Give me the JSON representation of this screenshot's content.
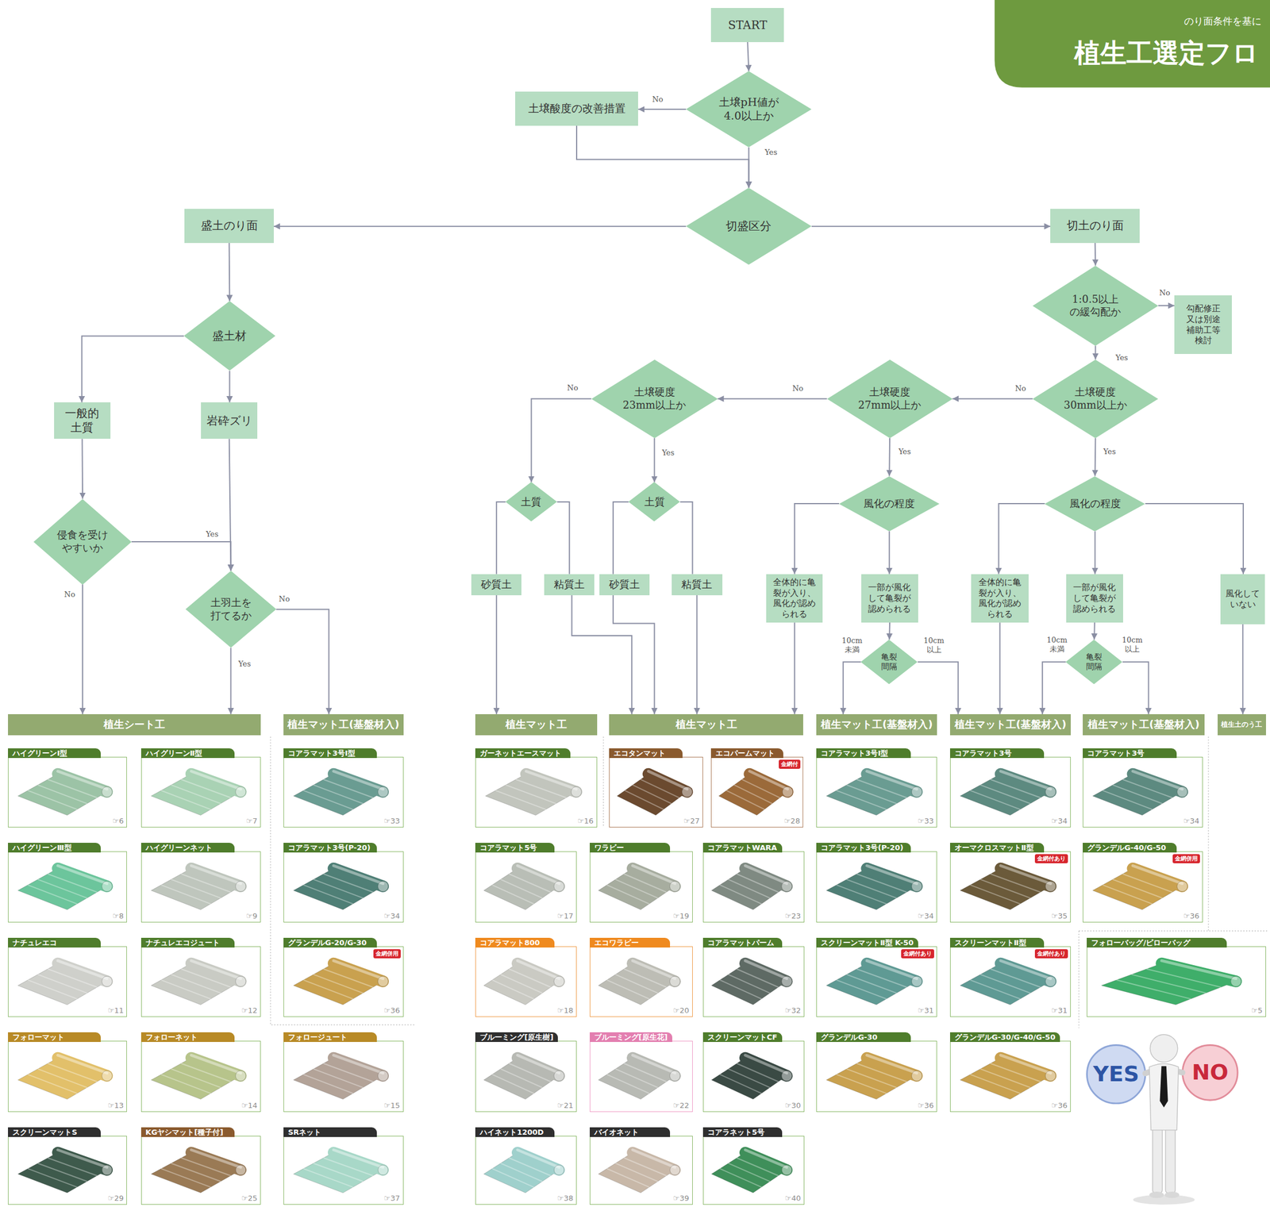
{
  "diagram": {
    "title": "植生工選定フロ",
    "nodes": [
      {
        "text": [
          "START"
        ]
      },
      {
        "text": [
          "土壌pH値が 4.0以上か"
        ]
      },
      {
        "text": [
          "土壌酸度の改善措置"
        ]
      },
      {
        "text": [
          "切盛区分"
        ]
      },
      {
        "text": [
          "盛土のり面"
        ]
      },
      {
        "text": [
          "切土のり面"
        ]
      },
      {
        "text": [
          "盛土材"
        ]
      },
      {
        "text": [
          "一般的 土質"
        ]
      },
      {
        "text": [
          "岩砕ズリ"
        ]
      },
      {
        "text": [
          "侵食を受け やすいか"
        ]
      },
      {
        "text": [
          "土羽土を 打てるか"
        ]
      },
      {
        "text": [
          "1:0.5以上 の緩勾配か"
        ]
      },
      {
        "text": [
          "勾配修正 又は別途 補助工等 検討"
        ]
      },
      {
        "text": [
          "土壌硬度 30mm以上か"
        ]
      },
      {
        "text": [
          "土壌硬度 27mm以上か"
        ]
      },
      {
        "text": [
          "土壌硬度 23mm以上か"
        ]
      },
      {
        "text": [
          "土質"
        ]
      },
      {
        "text": [
          "土質"
        ]
      },
      {
        "text": [
          "砂質土"
        ]
      },
      {
        "text": [
          "粘質土"
        ]
      },
      {
        "text": [
          "砂質土"
        ]
      },
      {
        "text": [
          "粘質土"
        ]
      },
      {
        "text": [
          "風化の程度"
        ]
      },
      {
        "text": [
          "全体的に亀裂が入り、風化が認められる"
        ]
      },
      {
        "text": [
          "一部が風化して亀裂が認められる"
        ]
      },
      {
        "text": [
          "亀裂 間隔"
        ]
      },
      {
        "text": [
          "風化の程度"
        ]
      },
      {
        "text": [
          "全体的に亀裂が入り、風化が認められる"
        ]
      },
      {
        "text": [
          "一部が風化して亀裂が認められる"
        ]
      },
      {
        "text": [
          "亀裂 間隔"
        ]
      },
      {
        "text": [
          "風化して いない"
        ]
      },
      {
        "text": [
          "植生シート工"
        ]
      },
      {
        "text": [
          "植生マット工(基盤材入)"
        ]
      },
      {
        "text": [
          "植生マット工"
        ]
      },
      {
        "text": [
          "植生マット工"
        ]
      },
      {
        "text": [
          "植生マット工(基盤材入)"
        ]
      },
      {
        "text": [
          "植生マット工(基盤材入)"
        ]
      },
      {
        "text": [
          "植生マット工(基盤材入)"
        ]
      },
      {
        "text": [
          "植生土のう工"
        ]
      },
      {
        "text": [
          "ハイグリーンⅠ型",
          "☞6"
        ]
      },
      {
        "text": [
          "ハイグリーンⅡ型",
          "☞7"
        ]
      },
      {
        "text": [
          "コアラマット3号Ⅰ型",
          "☞33"
        ]
      },
      {
        "text": [
          "ガーネットエースマット",
          "☞16"
        ]
      },
      {
        "text": [
          "エコタンマット",
          "☞27"
        ]
      },
      {
        "text": [
          "エコパームマット",
          "金網付",
          "☞28"
        ]
      },
      {
        "text": [
          "コアラマット3号Ⅰ型",
          "☞33"
        ]
      },
      {
        "text": [
          "コアラマット3号",
          "☞34"
        ]
      },
      {
        "text": [
          "コアラマット3号",
          "☞34"
        ]
      },
      {
        "text": [
          "ハイグリーンⅢ型",
          "☞8"
        ]
      },
      {
        "text": [
          "ハイグリーンネット",
          "☞9"
        ]
      },
      {
        "text": [
          "コアラマット3号(P-20)",
          "☞34"
        ]
      },
      {
        "text": [
          "コアラマット5号",
          "☞17"
        ]
      },
      {
        "text": [
          "ワラビー",
          "☞19"
        ]
      },
      {
        "text": [
          "コアラマットWARA",
          "☞23"
        ]
      },
      {
        "text": [
          "コアラマット3号(P-20)",
          "☞34"
        ]
      },
      {
        "text": [
          "オーマクロスマットⅡ型",
          "金網付あり",
          "☞35"
        ]
      },
      {
        "text": [
          "グランデルG-40/G-50",
          "金網併用",
          "☞36"
        ]
      },
      {
        "text": [
          "ナチュレエコ",
          "☞11"
        ]
      },
      {
        "text": [
          "ナチュレエコジュート",
          "☞12"
        ]
      },
      {
        "text": [
          "グランデルG-20/G-30",
          "金網併用",
          "☞36"
        ]
      },
      {
        "text": [
          "コアラマット800",
          "☞18"
        ]
      },
      {
        "text": [
          "エコワラビー",
          "☞20"
        ]
      },
      {
        "text": [
          "コアラマットパーム",
          "☞32"
        ]
      },
      {
        "text": [
          "スクリーンマットⅡ型 K-50",
          "金網付あり",
          "☞31"
        ]
      },
      {
        "text": [
          "スクリーンマットⅡ型",
          "金網付あり",
          "☞31"
        ]
      },
      {
        "text": [
          "フォローバッグ/ピローバッグ",
          "☞5"
        ]
      },
      {
        "text": [
          "フォローマット",
          "☞13"
        ]
      },
      {
        "text": [
          "フォローネット",
          "☞14"
        ]
      },
      {
        "text": [
          "フォロージュート",
          "☞15"
        ]
      },
      {
        "text": [
          "ブルーミング[原生樹]",
          "☞21"
        ]
      },
      {
        "text": [
          "ブルーミング[原生花]",
          "☞22"
        ]
      },
      {
        "text": [
          "スクリーンマットCF",
          "☞30"
        ]
      },
      {
        "text": [
          "グランデルG-30",
          "☞36"
        ]
      },
      {
        "text": [
          "グランデルG-30/G-40/G-50",
          "☞36"
        ]
      },
      {
        "text": [
          "スクリーンマットS",
          "☞29"
        ]
      },
      {
        "text": [
          "KGヤシマット[種子付]",
          "☞25"
        ]
      },
      {
        "text": [
          "SRネット",
          "☞37"
        ]
      },
      {
        "text": [
          "ハイネット1200D",
          "☞38"
        ]
      },
      {
        "text": [
          "バイオネット",
          "☞39"
        ]
      },
      {
        "text": [
          "コアラネット5号",
          "☞40"
        ]
      }
    ],
    "edges": [
      {
        "from": 0,
        "to": 1,
        "arrow": "to"
      },
      {
        "from": 1,
        "to": 2,
        "label": "No",
        "arrow": "to"
      },
      {
        "from": 2,
        "to": 3,
        "arrow": "to"
      },
      {
        "from": 1,
        "to": 3,
        "label": "Yes",
        "arrow": "to"
      },
      {
        "from": 3,
        "to": 4,
        "arrow": "to"
      },
      {
        "from": 3,
        "to": 5,
        "arrow": "to"
      },
      {
        "from": 4,
        "to": 6,
        "arrow": "to"
      },
      {
        "from": 6,
        "to": 7,
        "arrow": "to"
      },
      {
        "from": 6,
        "to": 8,
        "arrow": "to"
      },
      {
        "from": 7,
        "to": 9,
        "arrow": "to"
      },
      {
        "from": 9,
        "to": 10,
        "label": "Yes",
        "arrow": "to"
      },
      {
        "from": 8,
        "to": 10,
        "arrow": "to"
      },
      {
        "from": 9,
        "to": 31,
        "label": "No",
        "arrow": "to"
      },
      {
        "from": 10,
        "to": 31,
        "label": "Yes",
        "arrow": "to"
      },
      {
        "from": 10,
        "to": 32,
        "label": "No",
        "arrow": "to"
      },
      {
        "from": 5,
        "to": 11,
        "arrow": "to"
      },
      {
        "from": 11,
        "to": 12,
        "label": "No",
        "arrow": "to"
      },
      {
        "from": 11,
        "to": 13,
        "label": "Yes",
        "arrow": "to"
      },
      {
        "from": 13,
        "to": 14,
        "label": "No",
        "arrow": "to"
      },
      {
        "from": 14,
        "to": 15,
        "label": "No",
        "arrow": "to"
      },
      {
        "from": 15,
        "to": 16,
        "label": "No",
        "arrow": "to"
      },
      {
        "from": 15,
        "to": 17,
        "label": "Yes",
        "arrow": "to"
      },
      {
        "from": 16,
        "to": 18,
        "arrow": "none"
      },
      {
        "from": 16,
        "to": 19,
        "arrow": "none"
      },
      {
        "from": 17,
        "to": 20,
        "arrow": "none"
      },
      {
        "from": 17,
        "to": 21,
        "arrow": "none"
      },
      {
        "from": 18,
        "to": 33,
        "arrow": "to"
      },
      {
        "from": 19,
        "to": 34,
        "arrow": "to"
      },
      {
        "from": 20,
        "to": 34,
        "arrow": "to"
      },
      {
        "from": 21,
        "to": 34,
        "arrow": "to"
      },
      {
        "from": 14,
        "to": 22,
        "label": "Yes",
        "arrow": "to"
      },
      {
        "from": 22,
        "to": 23,
        "arrow": "to"
      },
      {
        "from": 22,
        "to": 24,
        "arrow": "to"
      },
      {
        "from": 23,
        "to": 34,
        "arrow": "to"
      },
      {
        "from": 24,
        "to": 25,
        "arrow": "to"
      },
      {
        "from": 25,
        "to": 35,
        "label": "10cm 未満",
        "arrow": "to"
      },
      {
        "from": 25,
        "to": 36,
        "label": "10cm 以上",
        "arrow": "to"
      },
      {
        "from": 13,
        "to": 26,
        "label": "Yes",
        "arrow": "to"
      },
      {
        "from": 26,
        "to": 27,
        "arrow": "to"
      },
      {
        "from": 26,
        "to": 28,
        "arrow": "to"
      },
      {
        "from": 26,
        "to": 30,
        "arrow": "to"
      },
      {
        "from": 27,
        "to": 36,
        "arrow": "to"
      },
      {
        "from": 28,
        "to": 29,
        "arrow": "to"
      },
      {
        "from": 29,
        "to": 36,
        "label": "10cm 未満",
        "arrow": "to"
      },
      {
        "from": 29,
        "to": 37,
        "label": "10cm 以上",
        "arrow": "to"
      },
      {
        "from": 30,
        "to": 38,
        "arrow": "to"
      }
    ],
    "labels": [
      "のり面条件を基に",
      "YES",
      "NO"
    ]
  }
}
